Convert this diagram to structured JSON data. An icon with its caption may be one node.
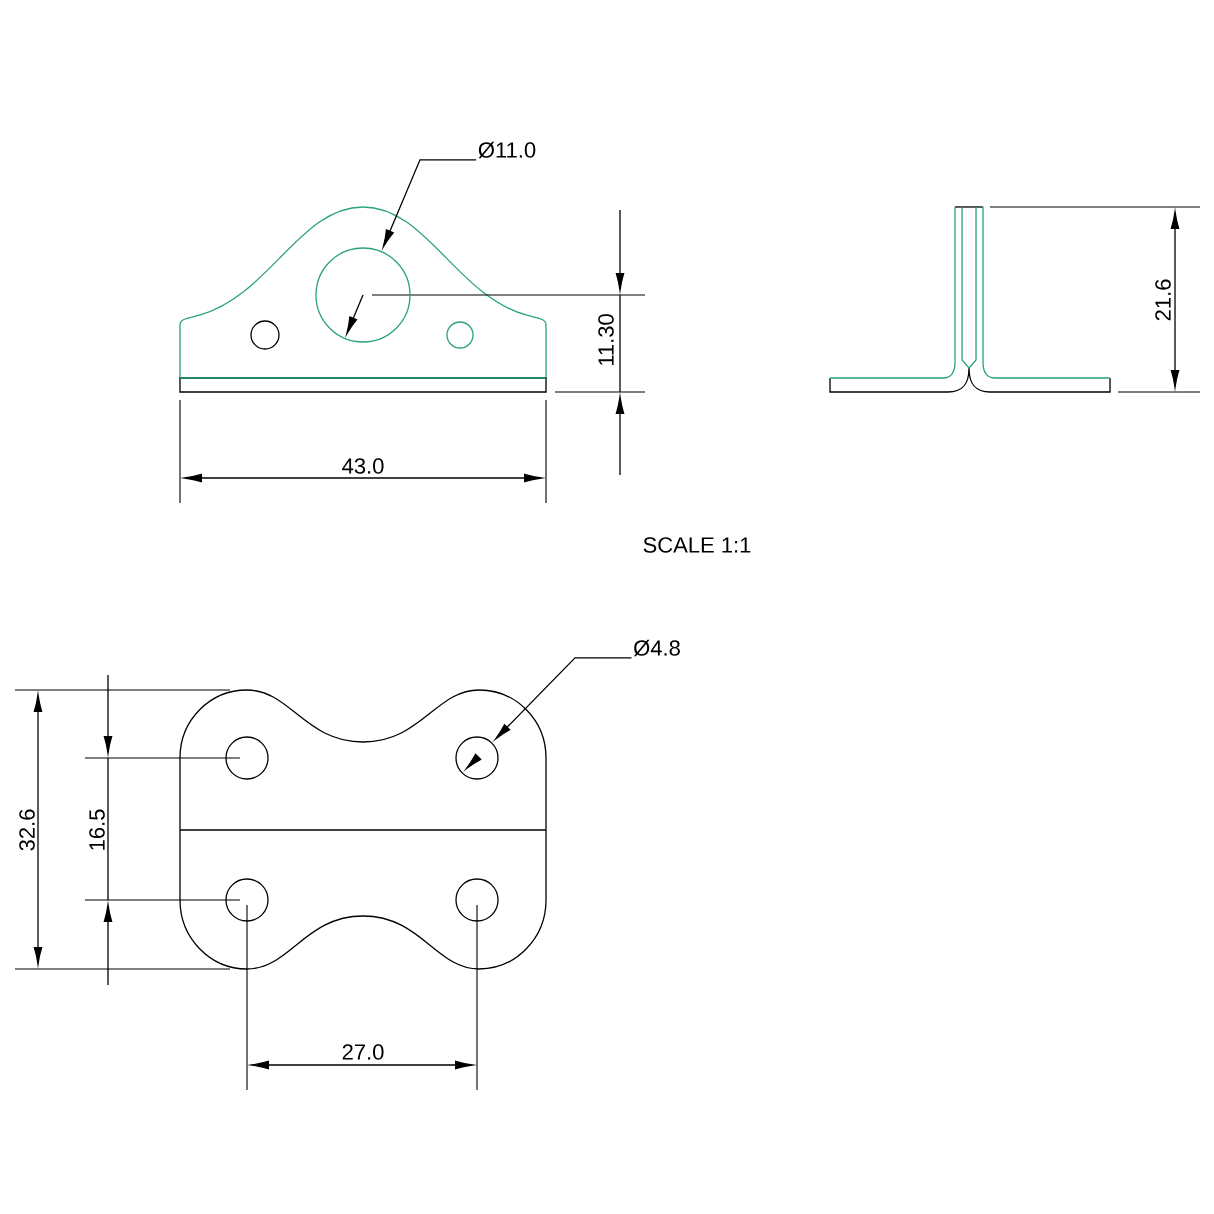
{
  "diagram": {
    "nodes": [
      {
        "text": [
          "Ø11.0"
        ]
      },
      {
        "text": [],
        "shape": "circle"
      },
      {
        "text": [
          "Ø4.8"
        ]
      },
      {
        "text": [],
        "shape": "circle"
      }
    ],
    "edges": [
      {
        "from": 0,
        "to": 1,
        "arrow": "to"
      },
      {
        "from": 2,
        "to": 3,
        "arrow": "to"
      }
    ],
    "labels": [
      "11.30",
      "21.6",
      "43.0",
      "SCALE 1:1",
      "32.6",
      "16.5",
      "27.0"
    ]
  }
}
